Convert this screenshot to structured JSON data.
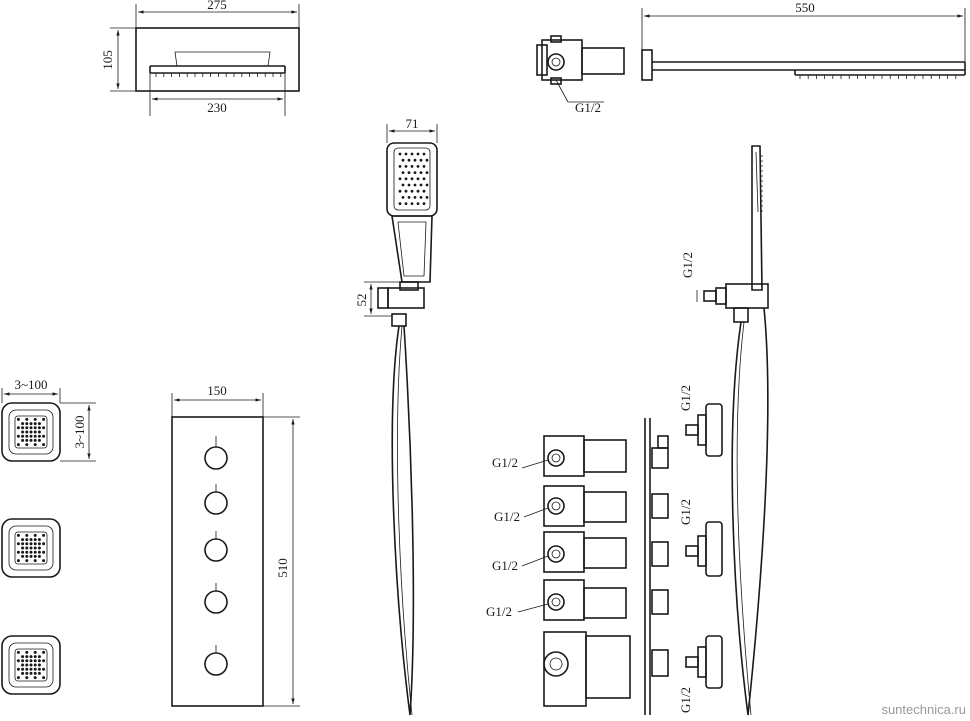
{
  "dimensions": {
    "overhead_width": "275",
    "overhead_height": "105",
    "overhead_inner_width": "230",
    "arm_length": "550",
    "handshower_width": "71",
    "holder_height": "52",
    "jet_size_horizontal": "3~100",
    "jet_size_vertical": "3~100",
    "panel_width": "150",
    "panel_height": "510"
  },
  "connections": {
    "thread": "G1/2"
  },
  "watermark": "suntechnica.ru"
}
